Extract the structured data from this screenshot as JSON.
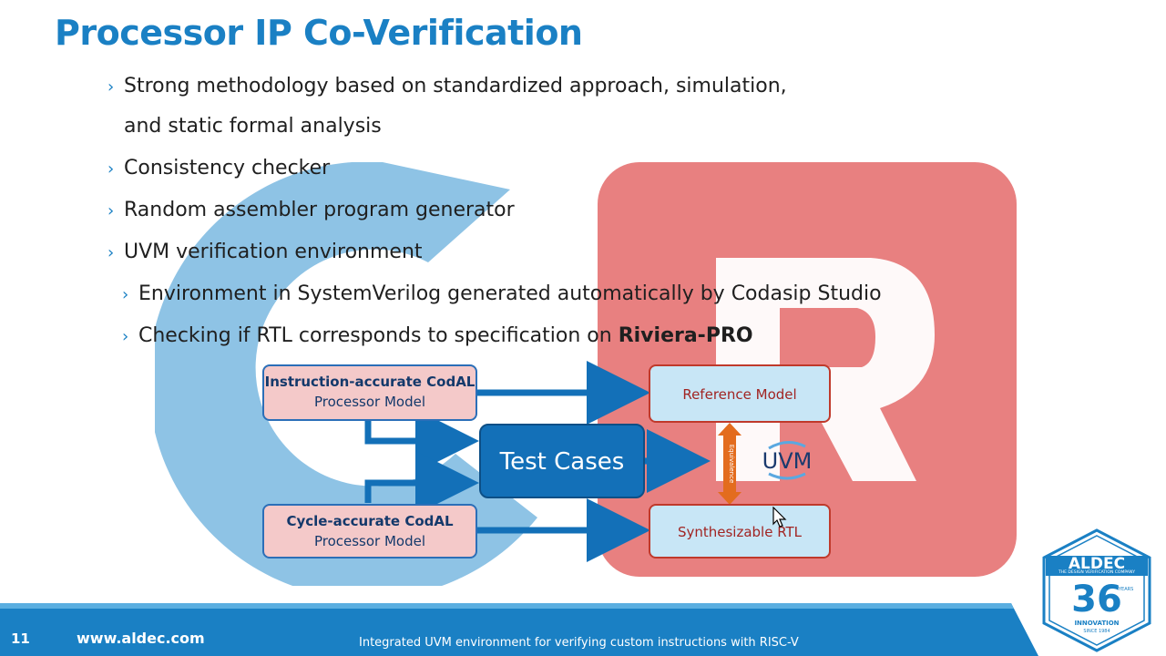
{
  "slide": {
    "title": "Processor IP Co-Verification",
    "bullets": [
      {
        "text": "Strong methodology based on standardized approach, simulation,"
      },
      {
        "text": "and static formal analysis"
      },
      {
        "text": "Consistency checker"
      },
      {
        "text": "Random assembler program generator"
      },
      {
        "text": "UVM verification environment"
      }
    ],
    "sub_bullets": [
      {
        "text": "Environment in SystemVerilog generated automatically by Codasip Studio"
      },
      {
        "prefix": "Checking if RTL corresponds to specification on ",
        "bold": "Riviera-PRO"
      }
    ],
    "bullet_marker": "›"
  },
  "diagram": {
    "instr_model": {
      "line1": "Instruction-accurate CodAL",
      "line2": "Processor Model"
    },
    "cycle_model": {
      "line1": "Cycle-accurate CodAL",
      "line2": "Processor Model"
    },
    "test_cases": "Test Cases",
    "reference_model": "Reference Model",
    "synth_rtl": "Synthesizable RTL",
    "equivalence": "Equivalence",
    "uvm": "UVM"
  },
  "footer": {
    "page_number": "11",
    "url": "www.aldec.com",
    "caption": "Integrated UVM environment for verifying custom instructions with RISC-V"
  },
  "logo": {
    "brand": "ALDEC",
    "tagline": "THE DESIGN VERIFICATION COMPANY",
    "years_number": "36",
    "years_label": "YEARS",
    "innovation": "INNOVATION",
    "since": "SINCE 1984"
  },
  "colors": {
    "title": "#1a80c4",
    "footer_blue": "#1a80c4",
    "faded_c": "#7ab8e0",
    "faded_r": "#e88080"
  }
}
